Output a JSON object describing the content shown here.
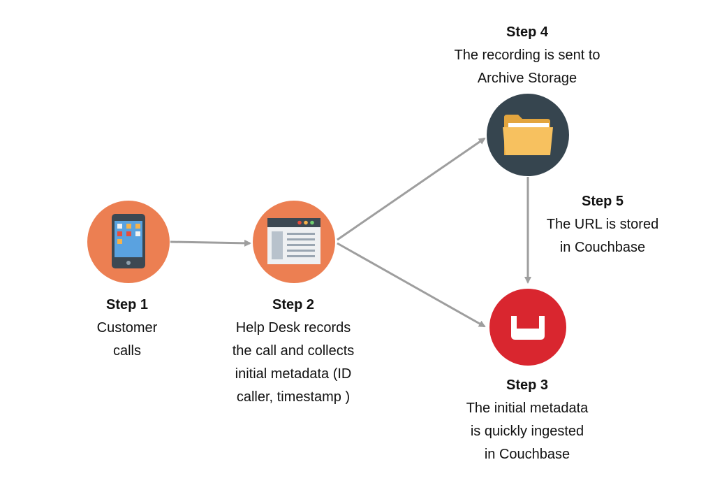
{
  "colors": {
    "orange": "#ec7f52",
    "dark": "#36454f",
    "red": "#d9262f",
    "arrow": "#9e9e9e",
    "folder": "#f7c15f"
  },
  "nodes": [
    {
      "id": "step1",
      "icon": "phone-icon",
      "title": "Step 1",
      "lines": [
        "Customer",
        "calls"
      ]
    },
    {
      "id": "step2",
      "icon": "browser-window-icon",
      "title": "Step 2",
      "lines": [
        "Help Desk records",
        "the call and collects",
        "initial metadata (ID",
        "caller, timestamp )"
      ]
    },
    {
      "id": "step3",
      "icon": "couchbase-logo-icon",
      "title": "Step 3",
      "lines": [
        "The initial metadata",
        "is quickly ingested",
        "in Couchbase"
      ]
    },
    {
      "id": "step4",
      "icon": "folder-icon",
      "title": "Step 4",
      "lines": [
        "The recording is sent to",
        "Archive Storage"
      ]
    },
    {
      "id": "step5",
      "icon": "",
      "title": "Step 5",
      "lines": [
        "The URL is stored",
        "in Couchbase"
      ]
    }
  ],
  "edges": [
    {
      "from": "step1",
      "to": "step2"
    },
    {
      "from": "step2",
      "to": "step4"
    },
    {
      "from": "step2",
      "to": "step3"
    },
    {
      "from": "step4",
      "to": "step3"
    }
  ]
}
